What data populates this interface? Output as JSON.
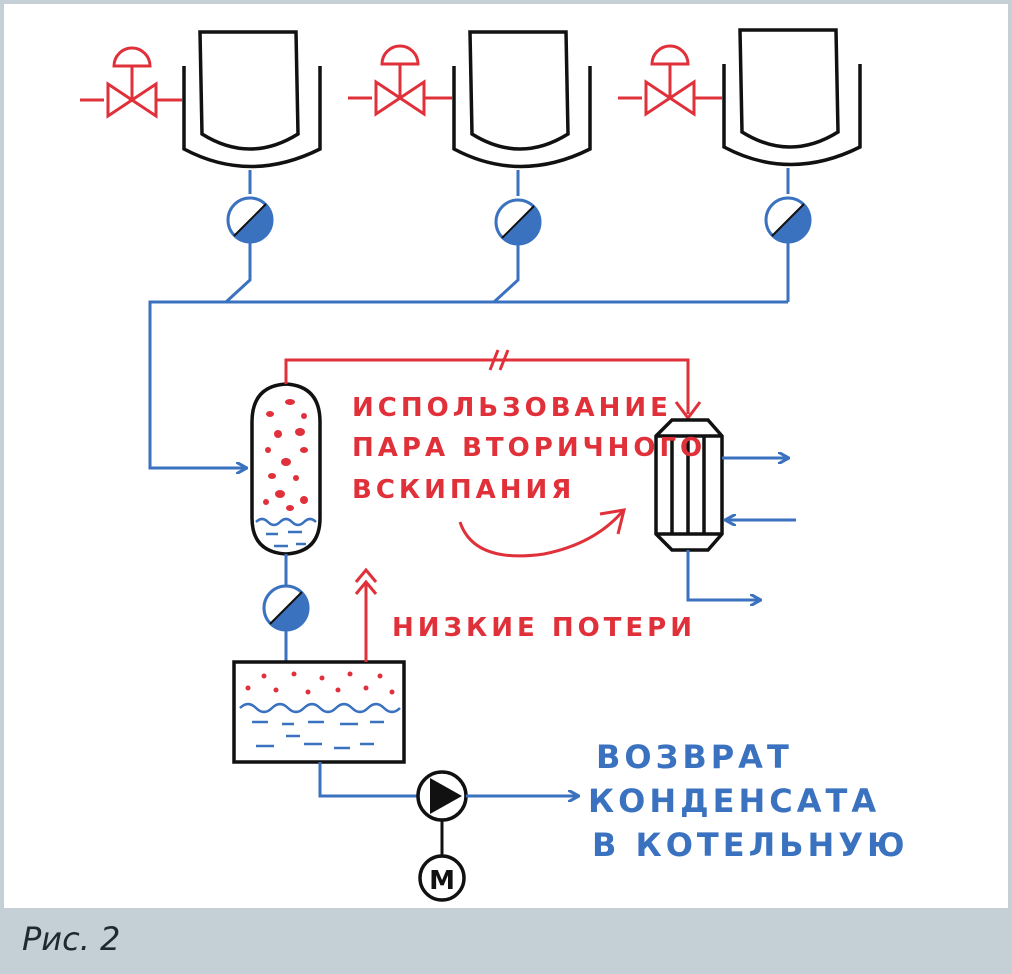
{
  "labels": {
    "flash_steam_line1": "ИСПОЛЬЗОВАНИЕ",
    "flash_steam_line2": "ПАРА ВТОРИЧНОГО",
    "flash_steam_line3": "ВСКИПАНИЯ",
    "low_losses": "НИЗКИЕ ПОТЕРИ",
    "return_line1": "ВОЗВРАТ",
    "return_line2": "КОНДЕНСАТА",
    "return_line3": "В КОТЕЛЬНУЮ",
    "motor": "М"
  },
  "caption": "Рис. 2",
  "colors": {
    "blue": "#3a72c0",
    "red": "#e0303a",
    "black": "#111111",
    "caption_bg": "#c5d0d6"
  },
  "icons": [
    "control-valve-icon",
    "jacketed-vessel-icon",
    "steam-trap-icon",
    "flash-vessel-icon",
    "heat-exchanger-icon",
    "condensate-tank-icon",
    "pump-icon",
    "motor-icon"
  ]
}
